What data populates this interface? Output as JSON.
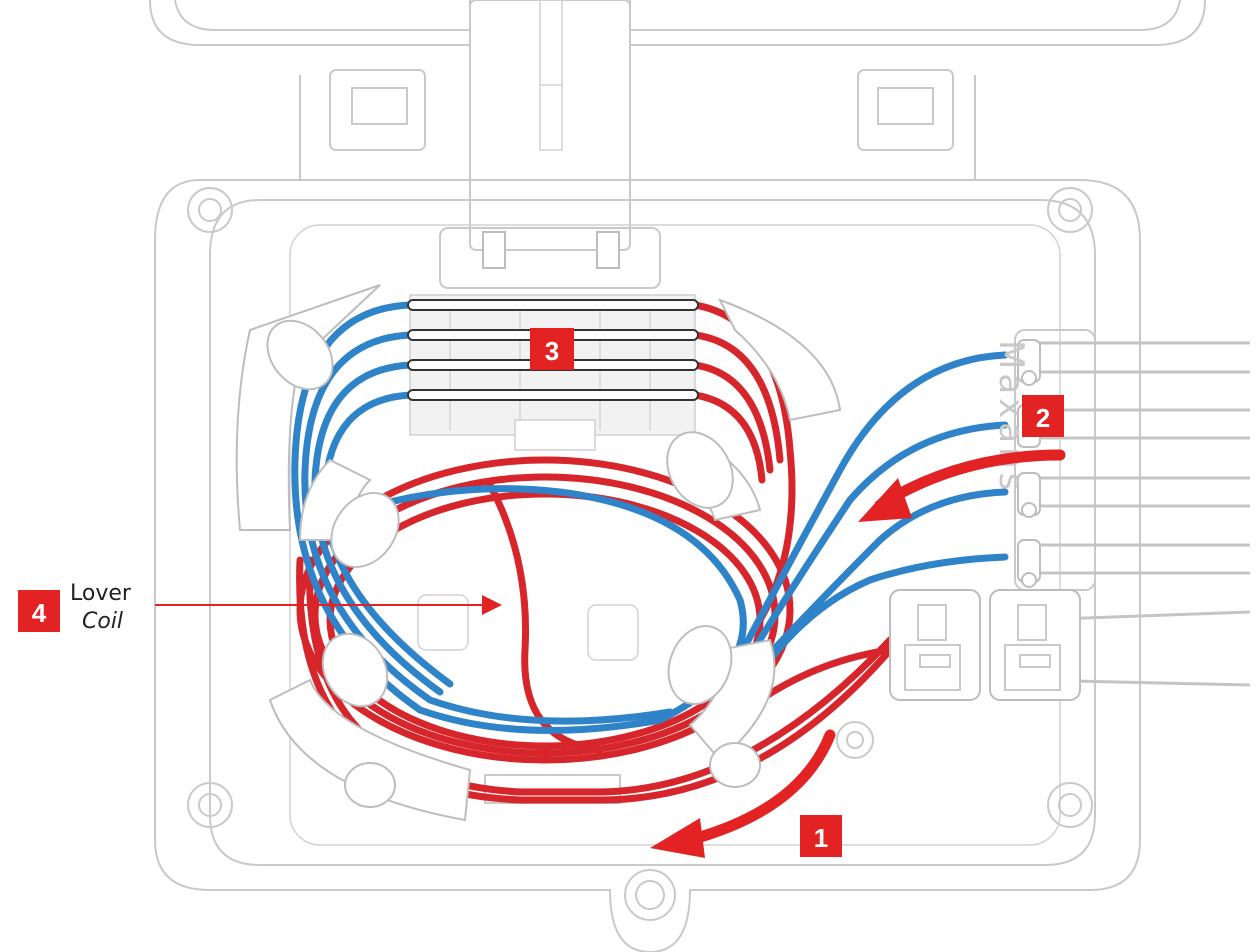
{
  "figure": {
    "brand_mark": "Maxans",
    "callouts": [
      {
        "number": "1"
      },
      {
        "number": "2"
      },
      {
        "number": "3"
      },
      {
        "number": "4",
        "line1": "Lover",
        "line2": "Coil"
      }
    ]
  },
  "colors": {
    "badge": "#e32323",
    "arrow": "#e32323",
    "wire_red": "#d7262b",
    "wire_blue": "#2f83c8",
    "housing_outline": "#c9c9c9"
  },
  "icons": [
    "flow-arrow-icon",
    "pointer-arrow-icon"
  ]
}
